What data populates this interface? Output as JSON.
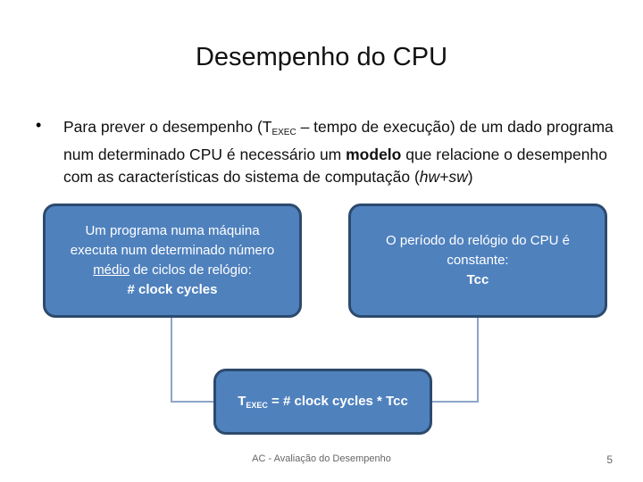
{
  "slide": {
    "title": "Desempenho do CPU",
    "bullet": {
      "marker": "•",
      "part1": "Para prever o desempenho (T",
      "sub": "EXEC",
      "part2": " – tempo de execução) de um dado programa num determinado CPU é necessário um ",
      "bold": "modelo",
      "part3": " que relacione o desempenho com as características do sistema de computação (",
      "italic": "hw+sw",
      "part4": ")"
    },
    "box_left": {
      "line1": "Um programa numa máquina",
      "line2": "executa num determinado número",
      "underlined": "médio",
      "line3_rest": " de ciclos de relógio:",
      "line4": "# clock cycles"
    },
    "box_right": {
      "line1": "O período do relógio do CPU é",
      "line2": "constante:",
      "line3": "Tcc"
    },
    "box_bottom": {
      "prefix": "T",
      "sub": "EXEC",
      "rest": " = # clock cycles * Tcc"
    },
    "footer": "AC - Avaliação do Desempenho",
    "page_number": "5",
    "colors": {
      "box_fill": "#4f81bd",
      "box_border": "#2c4a6e",
      "connector": "#8ea5c8"
    }
  }
}
